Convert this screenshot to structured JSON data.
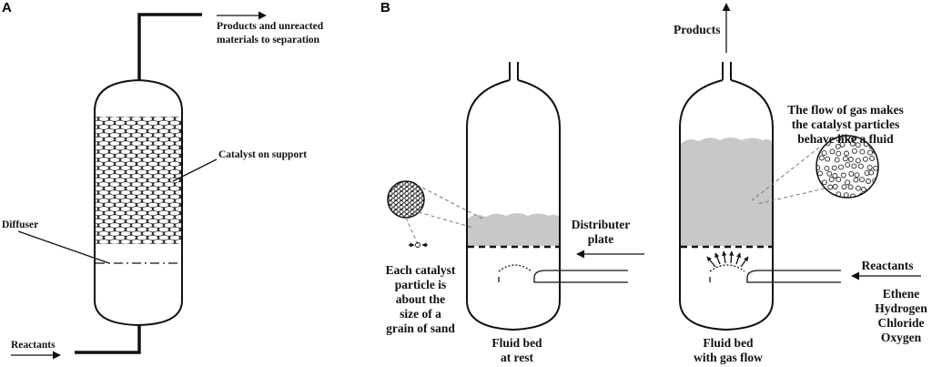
{
  "panels": {
    "a": {
      "letter": "A",
      "labels": {
        "products_line1": "Products and unreacted",
        "products_line2": "materials to separation",
        "catalyst": "Catalyst on support",
        "diffuser": "Diffuser",
        "reactants": "Reactants"
      }
    },
    "b": {
      "letter": "B",
      "labels": {
        "products": "Products",
        "distributer_line1": "Distributer",
        "distributer_line2": "plate",
        "rest_line1": "Fluid bed",
        "rest_line2": "at rest",
        "flow_line1": "Fluid bed",
        "flow_line2": "with gas flow",
        "gas_note_line1": "The flow of gas makes",
        "gas_note_line2": "the catalyst particles",
        "gas_note_line3": "behave like a fluid",
        "particle_line1": "Each catalyst",
        "particle_line2": "particle is",
        "particle_line3": "about the",
        "particle_line4": "size of a",
        "particle_line5": "grain of sand",
        "reactants": "Reactants",
        "reactant_list": [
          "Ethene",
          "Hydrogen",
          "Chloride",
          "Oxygen"
        ]
      }
    }
  }
}
